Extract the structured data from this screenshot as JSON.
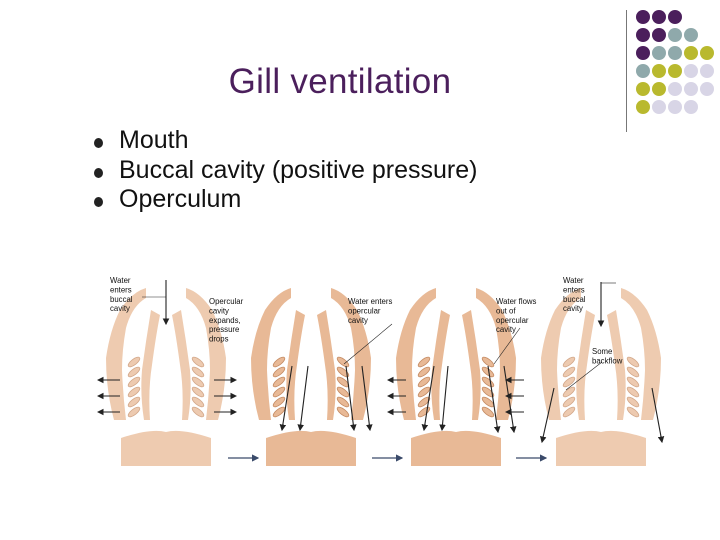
{
  "slide": {
    "title": "Gill ventilation",
    "bullets": [
      "Mouth",
      "Buccal cavity (positive pressure)",
      "Operculum"
    ]
  },
  "decor": {
    "colors": {
      "purple": "#4b1f5c",
      "teal": "#8fa9ab",
      "olive": "#b9b92e",
      "lavender": "#d8d5e6",
      "tissue": "#e8b996"
    }
  },
  "figure": {
    "labels": [
      [
        "Water",
        "enters",
        "buccal",
        "cavity"
      ],
      [
        "Opercular",
        "cavity",
        "expands,",
        "pressure",
        "drops"
      ],
      [
        "Water enters",
        "opercular",
        "cavity"
      ],
      [
        "Water flows",
        "out of",
        "opercular",
        "cavity"
      ],
      [
        "Water",
        "enters",
        "buccal",
        "cavity"
      ],
      [
        "Some",
        "backflow"
      ]
    ]
  }
}
